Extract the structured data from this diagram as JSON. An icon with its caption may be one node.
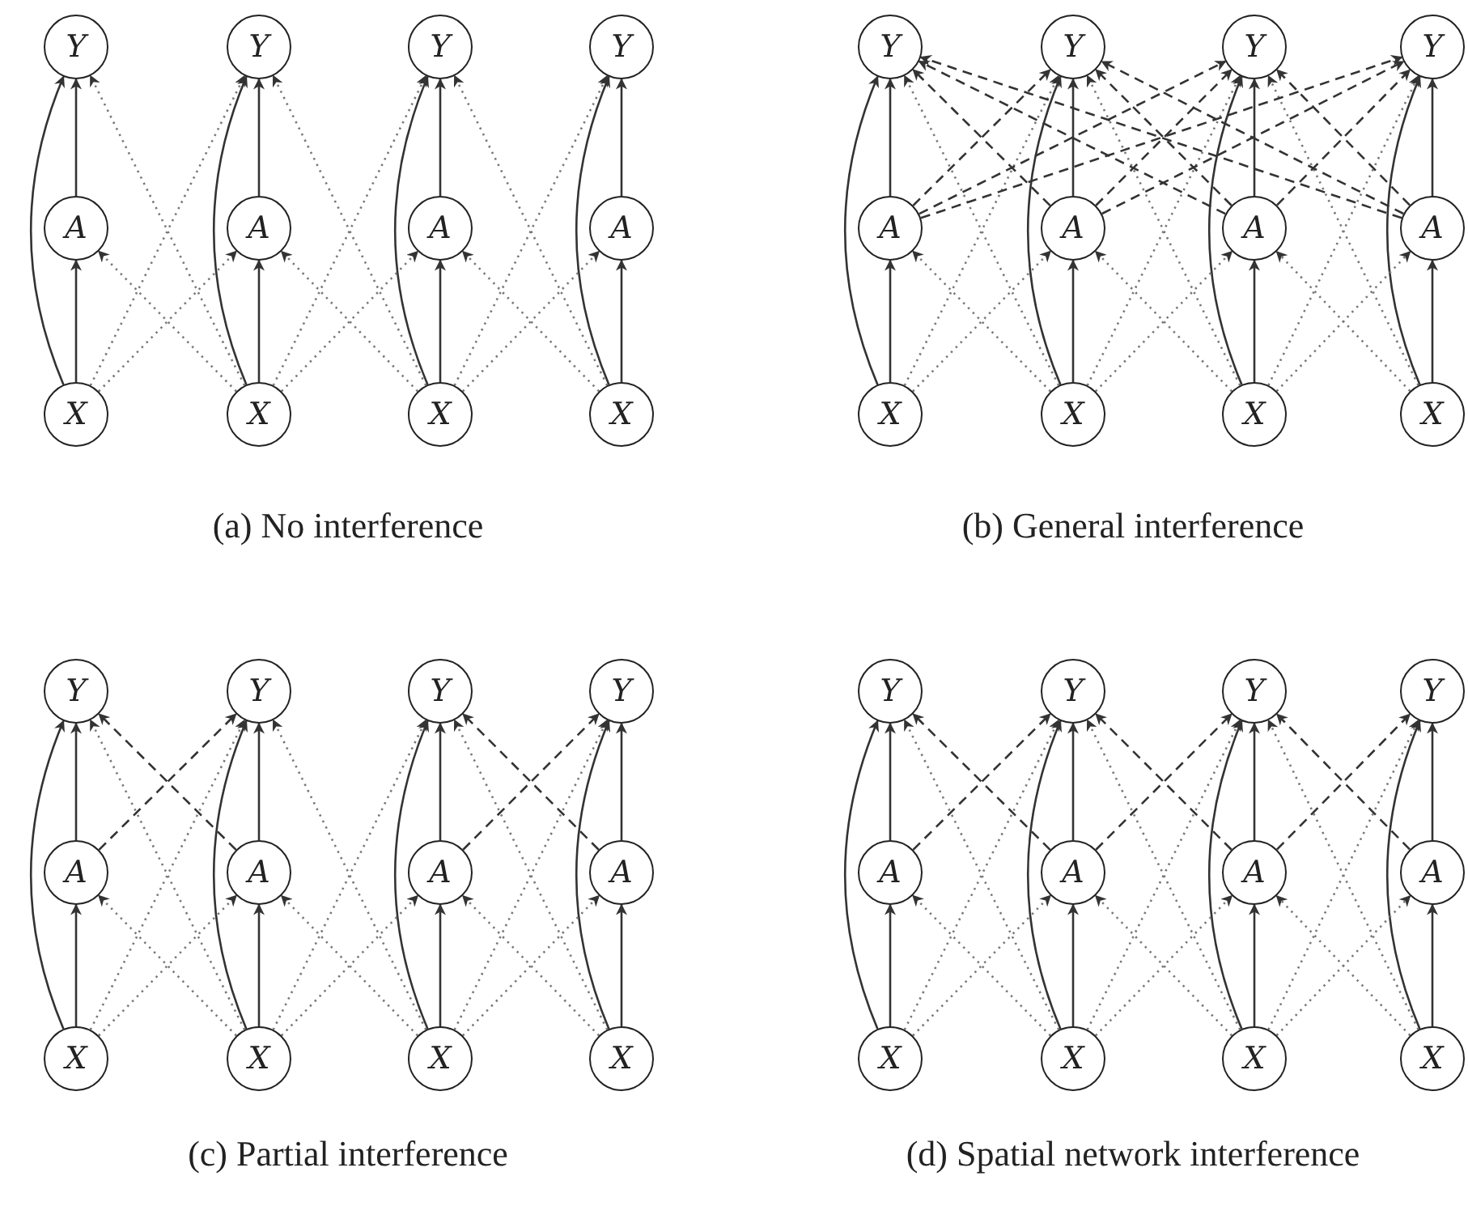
{
  "diagram": {
    "nodes": [
      {
        "text": [
          "Y"
        ]
      },
      {
        "text": [
          "Y"
        ]
      },
      {
        "text": [
          "Y"
        ]
      },
      {
        "text": [
          "Y"
        ]
      },
      {
        "text": [
          "A"
        ]
      },
      {
        "text": [
          "A"
        ]
      },
      {
        "text": [
          "A"
        ]
      },
      {
        "text": [
          "A"
        ]
      },
      {
        "text": [
          "X"
        ]
      },
      {
        "text": [
          "X"
        ]
      },
      {
        "text": [
          "X"
        ]
      },
      {
        "text": [
          "X"
        ]
      },
      {
        "text": [
          "Y"
        ]
      },
      {
        "text": [
          "Y"
        ]
      },
      {
        "text": [
          "Y"
        ]
      },
      {
        "text": [
          "Y"
        ]
      },
      {
        "text": [
          "A"
        ]
      },
      {
        "text": [
          "A"
        ]
      },
      {
        "text": [
          "A"
        ]
      },
      {
        "text": [
          "A"
        ]
      },
      {
        "text": [
          "X"
        ]
      },
      {
        "text": [
          "X"
        ]
      },
      {
        "text": [
          "X"
        ]
      },
      {
        "text": [
          "X"
        ]
      },
      {
        "text": [
          "Y"
        ]
      },
      {
        "text": [
          "Y"
        ]
      },
      {
        "text": [
          "Y"
        ]
      },
      {
        "text": [
          "Y"
        ]
      },
      {
        "text": [
          "A"
        ]
      },
      {
        "text": [
          "A"
        ]
      },
      {
        "text": [
          "A"
        ]
      },
      {
        "text": [
          "A"
        ]
      },
      {
        "text": [
          "X"
        ]
      },
      {
        "text": [
          "X"
        ]
      },
      {
        "text": [
          "X"
        ]
      },
      {
        "text": [
          "X"
        ]
      },
      {
        "text": [
          "Y"
        ]
      },
      {
        "text": [
          "Y"
        ]
      },
      {
        "text": [
          "Y"
        ]
      },
      {
        "text": [
          "Y"
        ]
      },
      {
        "text": [
          "A"
        ]
      },
      {
        "text": [
          "A"
        ]
      },
      {
        "text": [
          "A"
        ]
      },
      {
        "text": [
          "A"
        ]
      },
      {
        "text": [
          "X"
        ]
      },
      {
        "text": [
          "X"
        ]
      },
      {
        "text": [
          "X"
        ]
      },
      {
        "text": [
          "X"
        ]
      }
    ],
    "edges": [
      {
        "from": 8,
        "to": 4,
        "arrow": "to"
      },
      {
        "from": 4,
        "to": 0,
        "arrow": "to"
      },
      {
        "from": 8,
        "to": 0,
        "arrow": "to"
      },
      {
        "from": 9,
        "to": 5,
        "arrow": "to"
      },
      {
        "from": 5,
        "to": 1,
        "arrow": "to"
      },
      {
        "from": 9,
        "to": 1,
        "arrow": "to"
      },
      {
        "from": 10,
        "to": 6,
        "arrow": "to"
      },
      {
        "from": 6,
        "to": 2,
        "arrow": "to"
      },
      {
        "from": 10,
        "to": 2,
        "arrow": "to"
      },
      {
        "from": 11,
        "to": 7,
        "arrow": "to"
      },
      {
        "from": 7,
        "to": 3,
        "arrow": "to"
      },
      {
        "from": 11,
        "to": 3,
        "arrow": "to"
      },
      {
        "from": 8,
        "to": 5,
        "arrow": "to",
        "style": "dashed",
        "color": "#777777"
      },
      {
        "from": 9,
        "to": 4,
        "arrow": "to",
        "style": "dashed",
        "color": "#777777"
      },
      {
        "from": 9,
        "to": 6,
        "arrow": "to",
        "style": "dashed",
        "color": "#777777"
      },
      {
        "from": 10,
        "to": 5,
        "arrow": "to",
        "style": "dashed",
        "color": "#777777"
      },
      {
        "from": 10,
        "to": 7,
        "arrow": "to",
        "style": "dashed",
        "color": "#777777"
      },
      {
        "from": 11,
        "to": 6,
        "arrow": "to",
        "style": "dashed",
        "color": "#777777"
      },
      {
        "from": 8,
        "to": 1,
        "arrow": "to",
        "style": "dashed",
        "color": "#777777"
      },
      {
        "from": 9,
        "to": 0,
        "arrow": "to",
        "style": "dashed",
        "color": "#777777"
      },
      {
        "from": 9,
        "to": 2,
        "arrow": "to",
        "style": "dashed",
        "color": "#777777"
      },
      {
        "from": 10,
        "to": 1,
        "arrow": "to",
        "style": "dashed",
        "color": "#777777"
      },
      {
        "from": 10,
        "to": 3,
        "arrow": "to",
        "style": "dashed",
        "color": "#777777"
      },
      {
        "from": 11,
        "to": 2,
        "arrow": "to",
        "style": "dashed",
        "color": "#777777"
      },
      {
        "from": 20,
        "to": 16,
        "arrow": "to"
      },
      {
        "from": 16,
        "to": 12,
        "arrow": "to"
      },
      {
        "from": 20,
        "to": 12,
        "arrow": "to"
      },
      {
        "from": 21,
        "to": 17,
        "arrow": "to"
      },
      {
        "from": 17,
        "to": 13,
        "arrow": "to"
      },
      {
        "from": 21,
        "to": 13,
        "arrow": "to"
      },
      {
        "from": 22,
        "to": 18,
        "arrow": "to"
      },
      {
        "from": 18,
        "to": 14,
        "arrow": "to"
      },
      {
        "from": 22,
        "to": 14,
        "arrow": "to"
      },
      {
        "from": 23,
        "to": 19,
        "arrow": "to"
      },
      {
        "from": 19,
        "to": 15,
        "arrow": "to"
      },
      {
        "from": 23,
        "to": 15,
        "arrow": "to"
      },
      {
        "from": 20,
        "to": 17,
        "arrow": "to",
        "style": "dashed",
        "color": "#777777"
      },
      {
        "from": 21,
        "to": 16,
        "arrow": "to",
        "style": "dashed",
        "color": "#777777"
      },
      {
        "from": 21,
        "to": 18,
        "arrow": "to",
        "style": "dashed",
        "color": "#777777"
      },
      {
        "from": 22,
        "to": 17,
        "arrow": "to",
        "style": "dashed",
        "color": "#777777"
      },
      {
        "from": 22,
        "to": 19,
        "arrow": "to",
        "style": "dashed",
        "color": "#777777"
      },
      {
        "from": 23,
        "to": 18,
        "arrow": "to",
        "style": "dashed",
        "color": "#777777"
      },
      {
        "from": 20,
        "to": 13,
        "arrow": "to",
        "style": "dashed",
        "color": "#777777"
      },
      {
        "from": 21,
        "to": 12,
        "arrow": "to",
        "style": "dashed",
        "color": "#777777"
      },
      {
        "from": 21,
        "to": 14,
        "arrow": "to",
        "style": "dashed",
        "color": "#777777"
      },
      {
        "from": 22,
        "to": 13,
        "arrow": "to",
        "style": "dashed",
        "color": "#777777"
      },
      {
        "from": 22,
        "to": 15,
        "arrow": "to",
        "style": "dashed",
        "color": "#777777"
      },
      {
        "from": 23,
        "to": 14,
        "arrow": "to",
        "style": "dashed",
        "color": "#777777"
      },
      {
        "from": 16,
        "to": 13,
        "arrow": "to",
        "style": "dashed"
      },
      {
        "from": 16,
        "to": 14,
        "arrow": "to",
        "style": "dashed"
      },
      {
        "from": 16,
        "to": 15,
        "arrow": "to",
        "style": "dashed"
      },
      {
        "from": 17,
        "to": 12,
        "arrow": "to",
        "style": "dashed"
      },
      {
        "from": 17,
        "to": 14,
        "arrow": "to",
        "style": "dashed"
      },
      {
        "from": 17,
        "to": 15,
        "arrow": "to",
        "style": "dashed"
      },
      {
        "from": 18,
        "to": 12,
        "arrow": "to",
        "style": "dashed"
      },
      {
        "from": 18,
        "to": 13,
        "arrow": "to",
        "style": "dashed"
      },
      {
        "from": 18,
        "to": 15,
        "arrow": "to",
        "style": "dashed"
      },
      {
        "from": 19,
        "to": 12,
        "arrow": "to",
        "style": "dashed"
      },
      {
        "from": 19,
        "to": 13,
        "arrow": "to",
        "style": "dashed"
      },
      {
        "from": 19,
        "to": 14,
        "arrow": "to",
        "style": "dashed"
      },
      {
        "from": 32,
        "to": 28,
        "arrow": "to"
      },
      {
        "from": 28,
        "to": 24,
        "arrow": "to"
      },
      {
        "from": 32,
        "to": 24,
        "arrow": "to"
      },
      {
        "from": 33,
        "to": 29,
        "arrow": "to"
      },
      {
        "from": 29,
        "to": 25,
        "arrow": "to"
      },
      {
        "from": 33,
        "to": 25,
        "arrow": "to"
      },
      {
        "from": 34,
        "to": 30,
        "arrow": "to"
      },
      {
        "from": 30,
        "to": 26,
        "arrow": "to"
      },
      {
        "from": 34,
        "to": 26,
        "arrow": "to"
      },
      {
        "from": 35,
        "to": 31,
        "arrow": "to"
      },
      {
        "from": 31,
        "to": 27,
        "arrow": "to"
      },
      {
        "from": 35,
        "to": 27,
        "arrow": "to"
      },
      {
        "from": 32,
        "to": 29,
        "arrow": "to",
        "style": "dashed",
        "color": "#777777"
      },
      {
        "from": 33,
        "to": 28,
        "arrow": "to",
        "style": "dashed",
        "color": "#777777"
      },
      {
        "from": 33,
        "to": 30,
        "arrow": "to",
        "style": "dashed",
        "color": "#777777"
      },
      {
        "from": 34,
        "to": 29,
        "arrow": "to",
        "style": "dashed",
        "color": "#777777"
      },
      {
        "from": 34,
        "to": 31,
        "arrow": "to",
        "style": "dashed",
        "color": "#777777"
      },
      {
        "from": 35,
        "to": 30,
        "arrow": "to",
        "style": "dashed",
        "color": "#777777"
      },
      {
        "from": 32,
        "to": 25,
        "arrow": "to",
        "style": "dashed",
        "color": "#777777"
      },
      {
        "from": 33,
        "to": 24,
        "arrow": "to",
        "style": "dashed",
        "color": "#777777"
      },
      {
        "from": 33,
        "to": 26,
        "arrow": "to",
        "style": "dashed",
        "color": "#777777"
      },
      {
        "from": 34,
        "to": 25,
        "arrow": "to",
        "style": "dashed",
        "color": "#777777"
      },
      {
        "from": 34,
        "to": 27,
        "arrow": "to",
        "style": "dashed",
        "color": "#777777"
      },
      {
        "from": 35,
        "to": 26,
        "arrow": "to",
        "style": "dashed",
        "color": "#777777"
      },
      {
        "from": 28,
        "to": 25,
        "arrow": "to",
        "style": "dashed"
      },
      {
        "from": 29,
        "to": 24,
        "arrow": "to",
        "style": "dashed"
      },
      {
        "from": 30,
        "to": 27,
        "arrow": "to",
        "style": "dashed"
      },
      {
        "from": 31,
        "to": 26,
        "arrow": "to",
        "style": "dashed"
      },
      {
        "from": 44,
        "to": 40,
        "arrow": "to"
      },
      {
        "from": 40,
        "to": 36,
        "arrow": "to"
      },
      {
        "from": 44,
        "to": 36,
        "arrow": "to"
      },
      {
        "from": 45,
        "to": 41,
        "arrow": "to"
      },
      {
        "from": 41,
        "to": 37,
        "arrow": "to"
      },
      {
        "from": 45,
        "to": 37,
        "arrow": "to"
      },
      {
        "from": 46,
        "to": 42,
        "arrow": "to"
      },
      {
        "from": 42,
        "to": 38,
        "arrow": "to"
      },
      {
        "from": 46,
        "to": 38,
        "arrow": "to"
      },
      {
        "from": 47,
        "to": 43,
        "arrow": "to"
      },
      {
        "from": 43,
        "to": 39,
        "arrow": "to"
      },
      {
        "from": 47,
        "to": 39,
        "arrow": "to"
      },
      {
        "from": 44,
        "to": 41,
        "arrow": "to",
        "style": "dashed",
        "color": "#777777"
      },
      {
        "from": 45,
        "to": 40,
        "arrow": "to",
        "style": "dashed",
        "color": "#777777"
      },
      {
        "from": 45,
        "to": 42,
        "arrow": "to",
        "style": "dashed",
        "color": "#777777"
      },
      {
        "from": 46,
        "to": 41,
        "arrow": "to",
        "style": "dashed",
        "color": "#777777"
      },
      {
        "from": 46,
        "to": 43,
        "arrow": "to",
        "style": "dashed",
        "color": "#777777"
      },
      {
        "from": 47,
        "to": 42,
        "arrow": "to",
        "style": "dashed",
        "color": "#777777"
      },
      {
        "from": 44,
        "to": 37,
        "arrow": "to",
        "style": "dashed",
        "color": "#777777"
      },
      {
        "from": 45,
        "to": 36,
        "arrow": "to",
        "style": "dashed",
        "color": "#777777"
      },
      {
        "from": 45,
        "to": 38,
        "arrow": "to",
        "style": "dashed",
        "color": "#777777"
      },
      {
        "from": 46,
        "to": 37,
        "arrow": "to",
        "style": "dashed",
        "color": "#777777"
      },
      {
        "from": 46,
        "to": 39,
        "arrow": "to",
        "style": "dashed",
        "color": "#777777"
      },
      {
        "from": 47,
        "to": 38,
        "arrow": "to",
        "style": "dashed",
        "color": "#777777"
      },
      {
        "from": 40,
        "to": 37,
        "arrow": "to",
        "style": "dashed"
      },
      {
        "from": 41,
        "to": 36,
        "arrow": "to",
        "style": "dashed"
      },
      {
        "from": 41,
        "to": 38,
        "arrow": "to",
        "style": "dashed"
      },
      {
        "from": 42,
        "to": 37,
        "arrow": "to",
        "style": "dashed"
      },
      {
        "from": 42,
        "to": 39,
        "arrow": "to",
        "style": "dashed"
      },
      {
        "from": 43,
        "to": 38,
        "arrow": "to",
        "style": "dashed"
      }
    ],
    "labels": [
      "(a) No interference",
      "(b) General interference",
      "(c) Partial interference",
      "(d) Spatial network interference"
    ]
  }
}
